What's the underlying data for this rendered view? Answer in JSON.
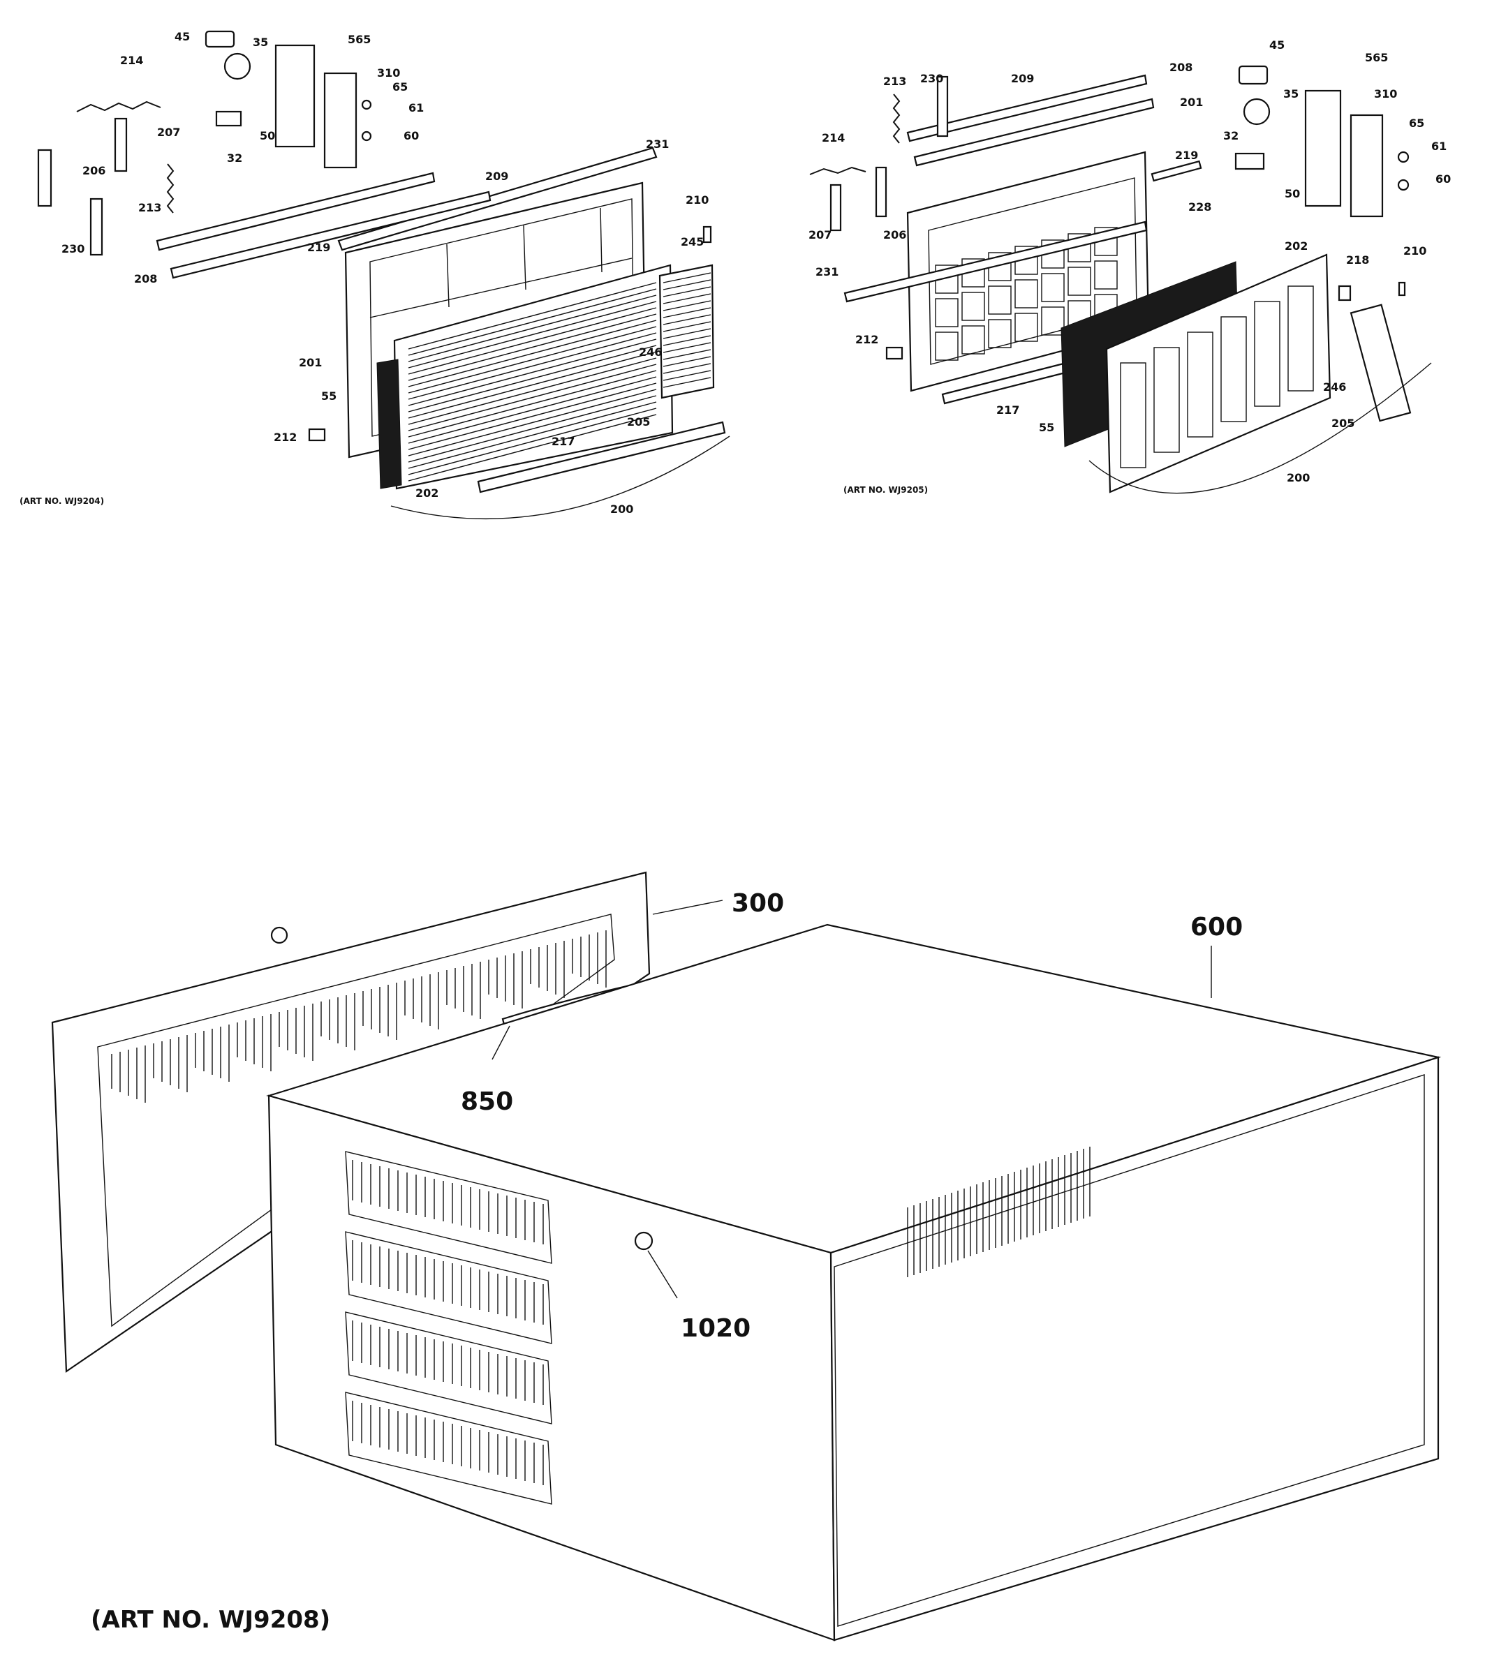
{
  "colors": {
    "ink": "#111111",
    "paper": "#ffffff"
  },
  "diagram_a": {
    "art_no": "(ART NO. WJ9204)",
    "callouts": [
      "45",
      "35",
      "565",
      "214",
      "310",
      "65",
      "61",
      "207",
      "32",
      "50",
      "60",
      "206",
      "231",
      "209",
      "213",
      "210",
      "230",
      "219",
      "245",
      "208",
      "246",
      "201",
      "55",
      "205",
      "212",
      "217",
      "202",
      "200"
    ]
  },
  "diagram_b": {
    "art_no": "(ART NO. WJ9205)",
    "callouts": [
      "45",
      "230",
      "209",
      "213",
      "208",
      "35",
      "565",
      "201",
      "310",
      "65",
      "214",
      "61",
      "32",
      "219",
      "60",
      "50",
      "207",
      "206",
      "228",
      "231",
      "202",
      "218",
      "210",
      "212",
      "246",
      "217",
      "55",
      "205",
      "200"
    ]
  },
  "diagram_c": {
    "art_no": "(ART NO. WJ9208)",
    "callouts": [
      "300",
      "600",
      "850",
      "1020"
    ]
  }
}
